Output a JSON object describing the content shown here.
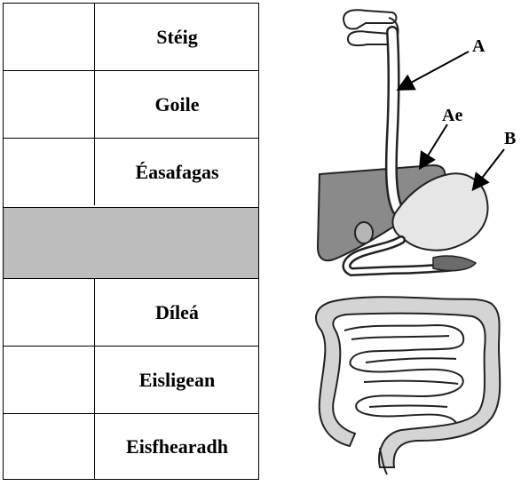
{
  "table": {
    "rows": [
      {
        "label": "Stéig"
      },
      {
        "label": "Goile"
      },
      {
        "label": "Éasafagas"
      },
      {
        "label": ""
      },
      {
        "label": "Díleá"
      },
      {
        "label": "Eisligean"
      },
      {
        "label": "Eisfhearadh"
      }
    ],
    "shade_color": "#bdbdbd"
  },
  "diagram": {
    "labels": {
      "a": "A",
      "ae": "Ae",
      "b": "B"
    },
    "liver_color": "#8a8a8a",
    "organ_fill": "#e6e6e6"
  }
}
